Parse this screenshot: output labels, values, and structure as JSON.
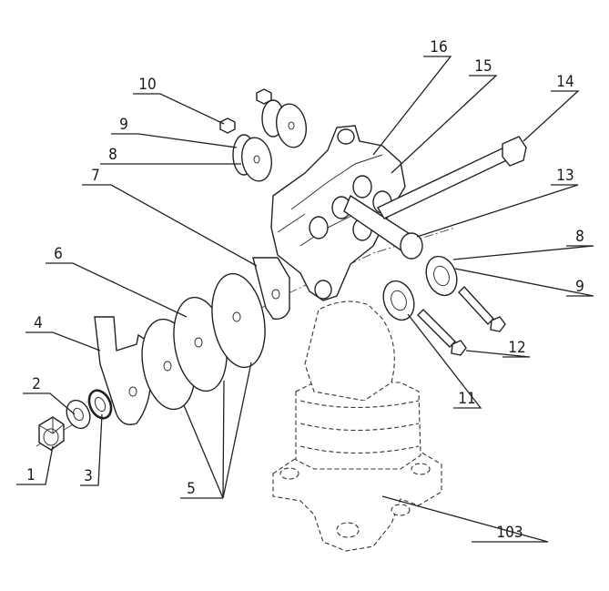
{
  "callouts": {
    "c1": "1",
    "c2": "2",
    "c3": "3",
    "c4": "4",
    "c5": "5",
    "c6": "6",
    "c7": "7",
    "c8a": "8",
    "c8b": "8",
    "c9a": "9",
    "c9b": "9",
    "c10": "10",
    "c11": "11",
    "c12": "12",
    "c13": "13",
    "c14": "14",
    "c15": "15",
    "c16": "16",
    "c103": "103"
  }
}
